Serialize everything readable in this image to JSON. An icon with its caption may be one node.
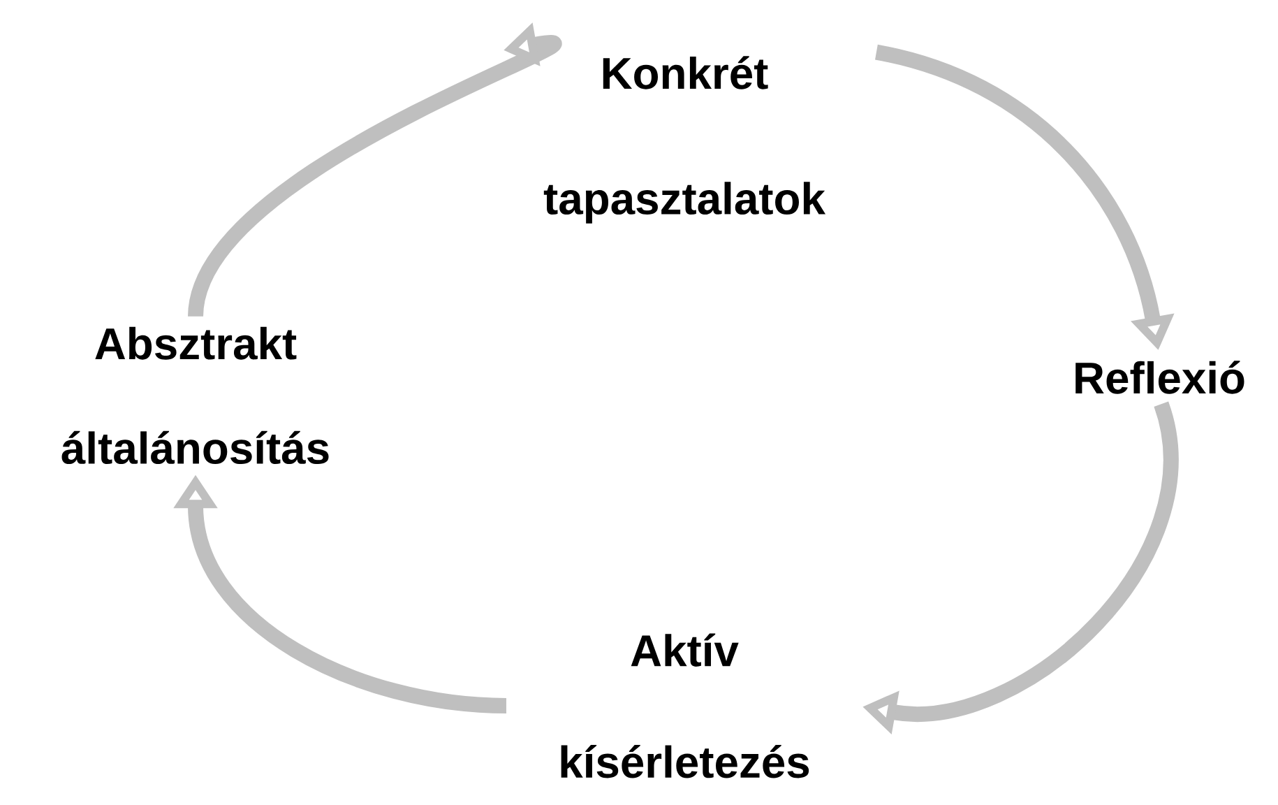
{
  "diagram": {
    "nodes": [
      {
        "text": [
          "Konkrét tapasztalatok"
        ]
      },
      {
        "text": [
          "Reflexió"
        ]
      },
      {
        "text": [
          "Aktív kísérletezés"
        ]
      },
      {
        "text": [
          "Absztrakt általánosítás"
        ]
      }
    ],
    "edges": [
      {
        "from": 0,
        "to": 1,
        "arrow": "to"
      },
      {
        "from": 1,
        "to": 2,
        "arrow": "to"
      },
      {
        "from": 2,
        "to": 3,
        "arrow": "to"
      },
      {
        "from": 3,
        "to": 0,
        "arrow": "to"
      }
    ]
  }
}
